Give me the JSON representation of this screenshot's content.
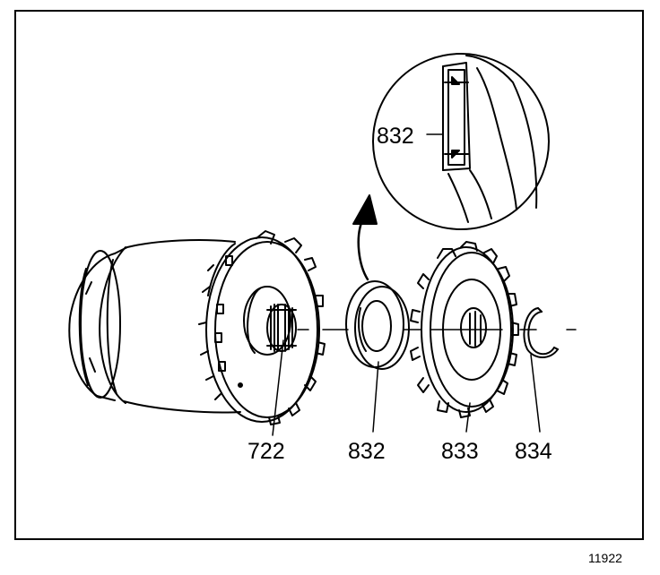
{
  "figure": {
    "callouts": {
      "inset_label": "832",
      "part_722": "722",
      "part_832": "832",
      "part_833": "833",
      "part_834": "834"
    },
    "figure_number": "11922"
  }
}
